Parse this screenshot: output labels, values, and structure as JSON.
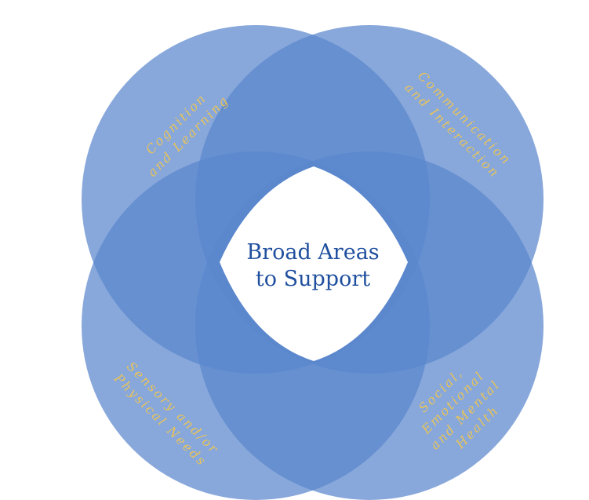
{
  "center": {
    "line1": "Broad Areas",
    "line2": "to Support"
  },
  "areas": [
    {
      "line1": "Cognition",
      "line2": "and Learning"
    },
    {
      "line1": "Communication",
      "line2": "and Interaction"
    },
    {
      "line1": "Sensory and/or",
      "line2": "Physical Needs"
    },
    {
      "line1": "Social,",
      "line2": "Emotional",
      "line3": "and Mental",
      "line4": "Health"
    }
  ],
  "colors": {
    "circle": "#5a86cd",
    "label": "#e8c35a",
    "center_text": "#1f4f9e",
    "background": "#ffffff"
  }
}
